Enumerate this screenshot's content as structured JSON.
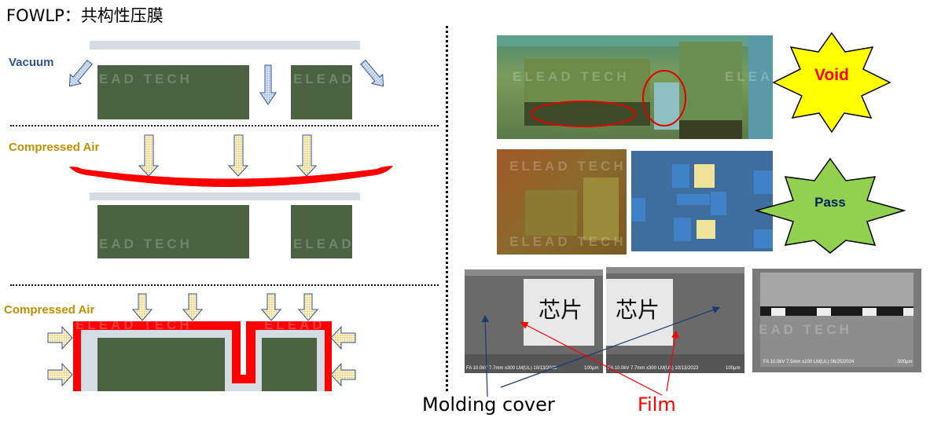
{
  "title": "FOWLP：共构性压膜",
  "watermark": "ELEAD TECH",
  "watermark_partial_left": "EAD TECH",
  "watermark_partial_right": "ELEAD",
  "left_panel": {
    "step1": {
      "label": "Vacuum"
    },
    "step2": {
      "label": "Compressed Air"
    },
    "step3": {
      "label": "Compressed Air"
    }
  },
  "right_panel": {
    "void_badge": {
      "label": "Void"
    },
    "pass_badge": {
      "label": "Pass"
    },
    "sem_left": {
      "chip_label": "芯片",
      "info": "FA 10.0kV 7.7mm x300 LM(UL) 10/13/2023",
      "scale": "100μm"
    },
    "sem_mid": {
      "chip_label": "芯片",
      "info": "FA 10.0kV 7.7mm x300 LM(UL) 10/13/2023",
      "scale": "100μm"
    },
    "sem_right": {
      "info": "FA 10.0kV 7.5mm x100 LM(UL) 06/25/2024",
      "scale": "500μm"
    },
    "caption_molding": "Molding cover",
    "caption_film": "Film"
  },
  "colors": {
    "chip_green": "#4B6341",
    "film_red": "#FF0000",
    "film_gray": "#D5DCE4",
    "vacuum_blue": "#2F5597",
    "air_gold": "#BF9000",
    "void_star": "#FFFF00",
    "pass_star": "#92D050"
  }
}
